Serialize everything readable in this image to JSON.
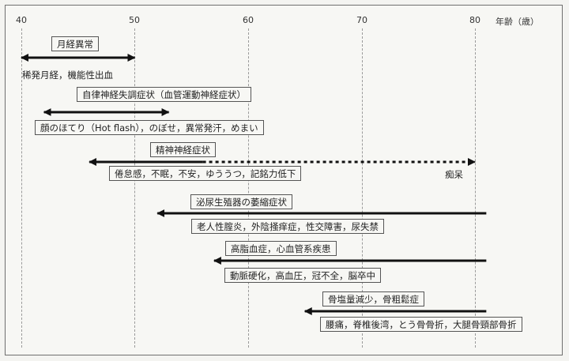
{
  "axis": {
    "ticks": [
      "40",
      "50",
      "60",
      "70",
      "80"
    ],
    "unit_label": "年齢（歳）"
  },
  "rows": [
    {
      "title": "月経異常",
      "detail": "稀発月経，機能性出血",
      "detail_boxed": false,
      "arrow": {
        "from_age": 40,
        "to_age": 50,
        "kind": "both"
      }
    },
    {
      "title": "自律神経失調症状（血管運動神経症状）",
      "detail": "顔のほてり（Hot flash），のぼせ，異常発汗，めまい",
      "detail_boxed": true,
      "arrow": {
        "from_age": 42,
        "to_age": 53,
        "kind": "both"
      }
    },
    {
      "title": "精神神経症状",
      "detail": "倦怠感，不眠，不安，ゆううつ，記銘力低下",
      "detail_boxed": true,
      "arrow": {
        "from_age": 46,
        "to_age": 56,
        "kind": "left-solid-then-dotted",
        "dotted_to_age": 80
      },
      "end_note": "痴呆"
    },
    {
      "title": "泌尿生殖器の萎縮症状",
      "detail": "老人性腟炎，外陰掻痒症，性交障害，尿失禁",
      "detail_boxed": true,
      "arrow": {
        "from_age": 52,
        "to_age": 81,
        "kind": "left"
      }
    },
    {
      "title": "高脂血症，心血管系疾患",
      "detail": "動脈硬化，高血圧，冠不全，脳卒中",
      "detail_boxed": true,
      "arrow": {
        "from_age": 57,
        "to_age": 81,
        "kind": "left"
      }
    },
    {
      "title": "骨塩量減少，骨粗鬆症",
      "detail": "腰痛，脊椎後湾，とう骨骨折，大腿骨頸部骨折",
      "detail_boxed": true,
      "arrow": {
        "from_age": 65,
        "to_age": 81,
        "kind": "left"
      }
    }
  ]
}
